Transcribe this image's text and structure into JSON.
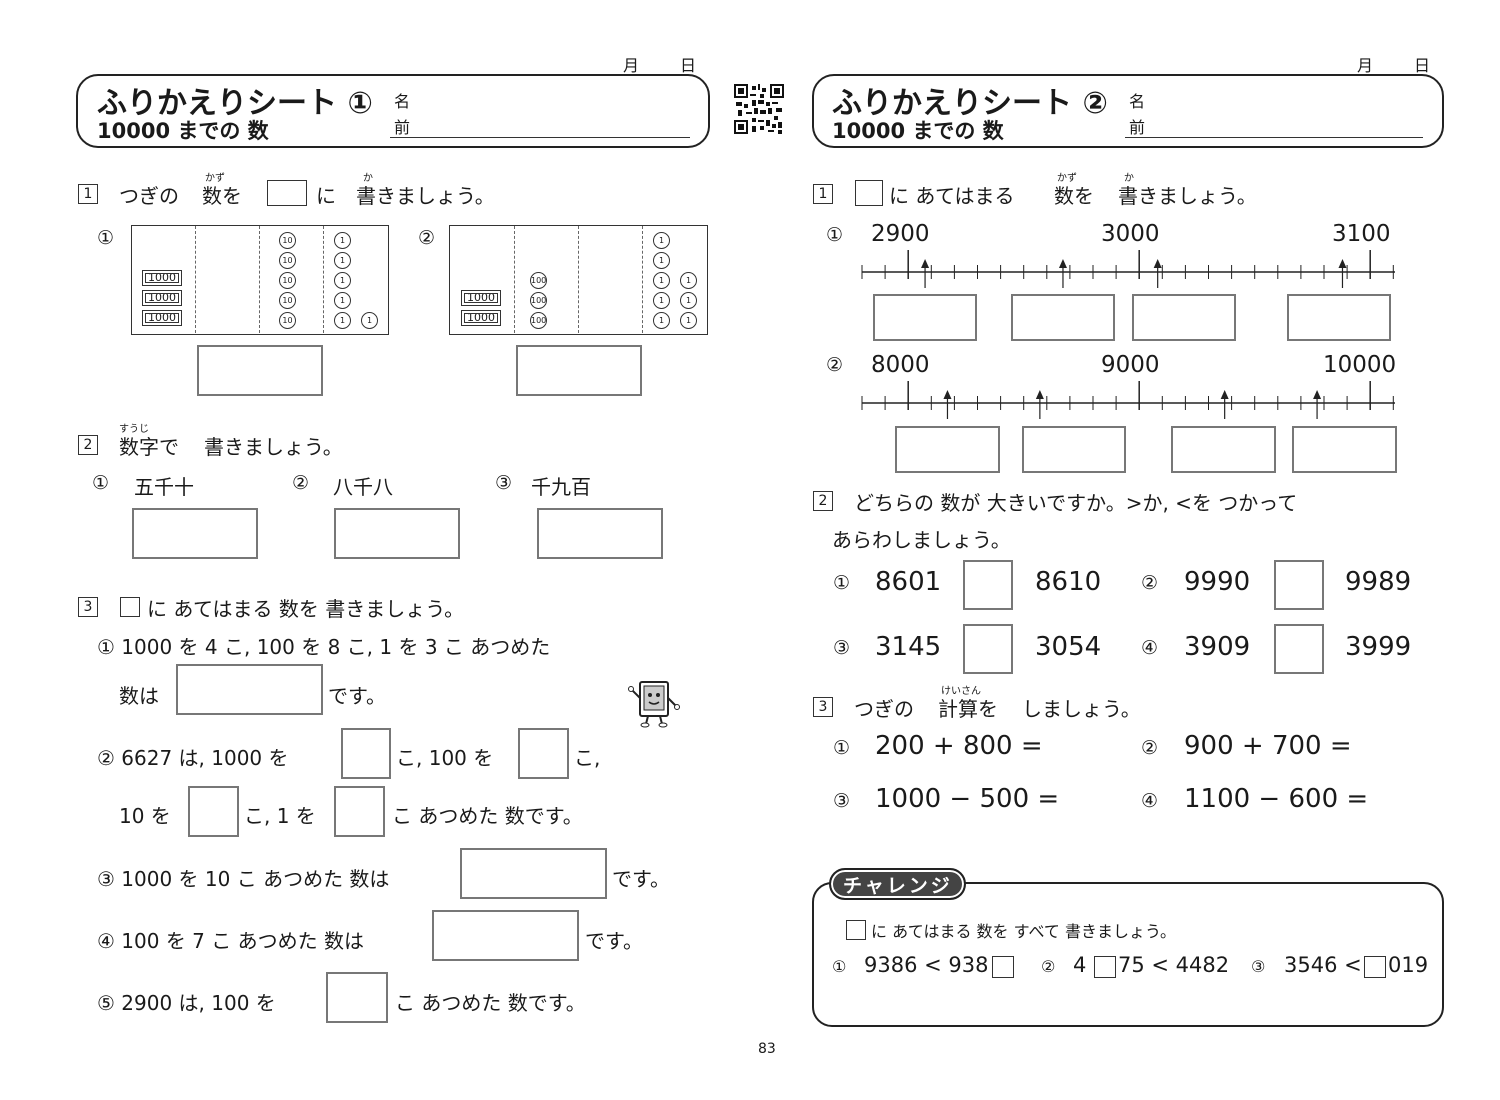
{
  "month_day": {
    "month": "月",
    "day": "日"
  },
  "name_label": {
    "name": "名",
    "mae": "前"
  },
  "sheet1": {
    "title": "ふりかえりシート ①",
    "subtitle": "10000 までの 数",
    "q1": {
      "num": "1",
      "pre": "つぎの",
      "kazu": "数を",
      "post": "に",
      "kaki": "書きましょう。",
      "ruby_kazu": "かず",
      "ruby_kaki": "か",
      "item1": "①",
      "item2": "②",
      "panel1": {
        "cards": [
          "1000",
          "1000",
          "1000"
        ],
        "coins_10": [
          "10",
          "10",
          "10",
          "10",
          "10"
        ],
        "coins_1": [
          "1",
          "1",
          "1",
          "1",
          "1",
          "1"
        ]
      },
      "panel2": {
        "cards": [
          "1000",
          "1000"
        ],
        "coins_100": [
          "100",
          "100",
          "100"
        ],
        "coins_1": [
          "1",
          "1",
          "1",
          "1",
          "1",
          "1",
          "1",
          "1"
        ]
      }
    },
    "q2": {
      "num": "2",
      "text": "数字で",
      "kaki": "書きましょう。",
      "ruby": "すうじ",
      "items": [
        {
          "n": "①",
          "t": "五千十"
        },
        {
          "n": "②",
          "t": "八千八"
        },
        {
          "n": "③",
          "t": "千九百"
        }
      ]
    },
    "q3": {
      "num": "3",
      "text": "に あてはまる 数を 書きましょう。",
      "i1a": "①  1000 を  4 こ, 100 を  8 こ, 1 を  3 こ  あつめた",
      "i1b": "数は",
      "i1c": "です。",
      "i2a": "②  6627 は, 1000 を",
      "i2b": "こ, 100 を",
      "i2c": "こ,",
      "i2d": "10 を",
      "i2e": "こ, 1 を",
      "i2f": "こ  あつめた  数です。",
      "i3a": "③  1000 を  10 こ  あつめた  数は",
      "i3b": "です。",
      "i4a": "④  100 を  7 こ  あつめた  数は",
      "i4b": "です。",
      "i5a": "⑤  2900 は, 100 を",
      "i5b": "こ  あつめた  数です。"
    }
  },
  "sheet2": {
    "title": "ふりかえりシート ②",
    "subtitle": "10000 までの 数",
    "q1": {
      "num": "1",
      "text": "に  あてはまる",
      "kazu": "数を",
      "kaki": "書きましょう。",
      "ruby_kazu": "かず",
      "ruby_kaki": "か",
      "line1": {
        "n": "①",
        "labels": [
          "2900",
          "3000",
          "3100"
        ]
      },
      "line2": {
        "n": "②",
        "labels": [
          "8000",
          "9000",
          "10000"
        ]
      }
    },
    "q2": {
      "num": "2",
      "line1": "どちらの  数が  大きいですか。>か, <を  つかって",
      "line2": "あらわしましょう。",
      "pairs": [
        {
          "n": "①",
          "a": "8601",
          "b": "8610"
        },
        {
          "n": "②",
          "a": "9990",
          "b": "9989"
        },
        {
          "n": "③",
          "a": "3145",
          "b": "3054"
        },
        {
          "n": "④",
          "a": "3909",
          "b": "3999"
        }
      ]
    },
    "q3": {
      "num": "3",
      "text": "つぎの",
      "keisan": "計算を",
      "rest": "しましょう。",
      "ruby": "けいさん",
      "items": [
        {
          "n": "①",
          "t": "200 + 800 ="
        },
        {
          "n": "②",
          "t": "900 + 700 ="
        },
        {
          "n": "③",
          "t": "1000 − 500 ="
        },
        {
          "n": "④",
          "t": "1100 − 600 ="
        }
      ]
    },
    "challenge": {
      "label": "チャレンジ",
      "instruction": "に  あてはまる  数を  すべて  書きましょう。",
      "c1n": "①",
      "c1a": "9386 < 938",
      "c2n": "②",
      "c2a": "4",
      "c2b": "75 < 4482",
      "c3n": "③",
      "c3a": "3546 <",
      "c3b": "019"
    }
  },
  "page_number": "83"
}
